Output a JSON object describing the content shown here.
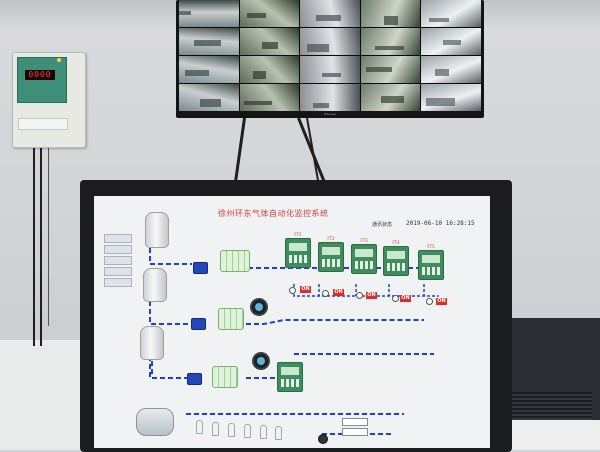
{
  "scene": {
    "wall_color": "#d4d7d9",
    "cabinet_color": "#2a2d31"
  },
  "gas_detector": {
    "display_value": "0000",
    "display_color": "#ff3b2e",
    "panel_color": "#3f8f7a"
  },
  "cctv_monitor": {
    "brand": "Hisense",
    "camera_feeds": 20
  },
  "hmi": {
    "title": "徐州环东气体自动化监控系统",
    "status_label": "通讯状态",
    "datetime": "2019-06-10  16:28:15",
    "nav_buttons": [
      "",
      "",
      "",
      "",
      ""
    ],
    "meters": [
      {
        "label": "FT1"
      },
      {
        "label": "FT2"
      },
      {
        "label": "FT3"
      },
      {
        "label": "FT4"
      },
      {
        "label": "FT5"
      }
    ],
    "valve_states": [
      "ON",
      "ON",
      "ON",
      "ON",
      "ON"
    ],
    "line_colors": {
      "pipe": "#1f3fd6",
      "alarm": "#e02b2b",
      "meter": "#3f8c5c"
    }
  }
}
